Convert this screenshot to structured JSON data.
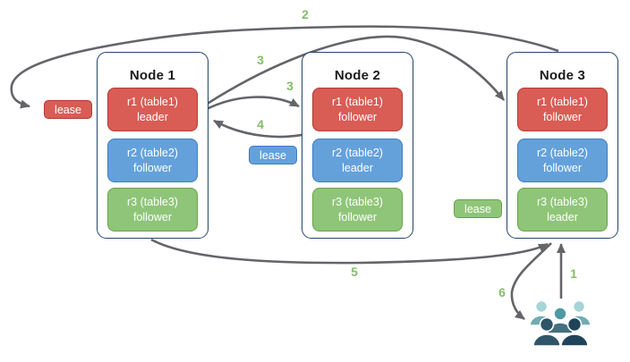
{
  "nodes": [
    {
      "title": "Node 1",
      "replicas": [
        {
          "range": "r1 (table1)",
          "role": "leader"
        },
        {
          "range": "r2 (table2)",
          "role": "follower"
        },
        {
          "range": "r3 (table3)",
          "role": "follower"
        }
      ]
    },
    {
      "title": "Node 2",
      "replicas": [
        {
          "range": "r1 (table1)",
          "role": "follower"
        },
        {
          "range": "r2 (table2)",
          "role": "leader"
        },
        {
          "range": "r3 (table3)",
          "role": "follower"
        }
      ]
    },
    {
      "title": "Node 3",
      "replicas": [
        {
          "range": "r1 (table1)",
          "role": "follower"
        },
        {
          "range": "r2 (table2)",
          "role": "follower"
        },
        {
          "range": "r3 (table3)",
          "role": "leader"
        }
      ]
    }
  ],
  "leases": {
    "table1": "lease",
    "table2": "lease",
    "table3": "lease"
  },
  "steps": {
    "s1": "1",
    "s2": "2",
    "s3_to_node3": "3",
    "s3_to_node2": "3",
    "s4": "4",
    "s5": "5",
    "s6": "6"
  },
  "icons": {
    "users": "users-icon"
  },
  "colors": {
    "range1_fill": "#d95c55",
    "range1_border": "#b23c35",
    "range2_fill": "#64a1db",
    "range2_border": "#3d7cc2",
    "range3_fill": "#8fc578",
    "range3_border": "#67a34c",
    "node_border": "#24456b",
    "arrow": "#636569",
    "step_label": "#85bd6a",
    "users_teal_light": "#a6d4d7",
    "users_teal_mid": "#6fadb3",
    "users_teal_dark": "#4f99a3",
    "users_slate": "#44707f",
    "users_navy": "#2f5568",
    "users_navy_dark": "#1f4459"
  }
}
